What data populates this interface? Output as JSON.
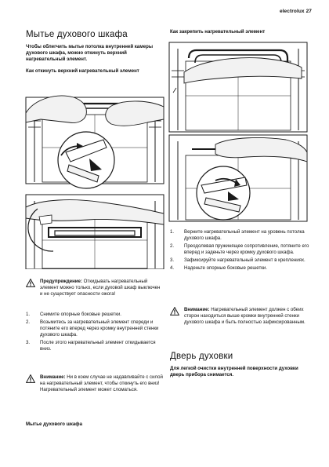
{
  "header": {
    "section": "electrolux",
    "page_number": "27"
  },
  "left": {
    "title": "Мытье духового шкафа",
    "intro": "Чтобы облегчить мытье потолка внутренней камеры духового шкафа, можно откинуть верхний нагревательный элемент.",
    "figure_caption": "Как откинуть верхний нагревательный элемент",
    "warning": {
      "label": "Предупреждение:",
      "text": " Откидывать нагревательный элемент можно только, если духовой шкаф выключен и не существует опасности ожога!"
    },
    "steps": [
      {
        "num": "1.",
        "text": "Снимите опорные боковые решетки."
      },
      {
        "num": "2.",
        "text": "Возьмитесь за нагревательный элемент спереди и потяните его вперед через кромку внутренней стенки духового шкафа."
      },
      {
        "num": "3.",
        "text": "После этого нагревательный элемент откидывается вниз."
      }
    ],
    "caution": {
      "label": "Внимание:",
      "text": " Ни в коем случае не надавливайте с силой на нагревательный элемент, чтобы откинуть его вниз! Нагревательный элемент может сломаться."
    },
    "footer_label": "Мытье духового шкафа"
  },
  "right": {
    "figure_caption": "Как закрепить нагревательный элемент",
    "steps": [
      {
        "num": "1.",
        "text": "Верните нагревательный элемент на уровень потолка духового шкафа."
      },
      {
        "num": "2.",
        "text": "Преодолевая пружинящее сопротивление, потяните его вперед и заденьте через кромку духового шкафа."
      },
      {
        "num": "3.",
        "text": "Зафиксируйте нагревательный элемент в креплениях."
      },
      {
        "num": "4.",
        "text": "Наденьте опорные боковые решетки."
      }
    ],
    "caution": {
      "label": "Внимание:",
      "text": " Нагревательный элемент должен с обеих сторон находиться выше кромки внутренней стенки духового шкафа и быть полностью зафиксированным."
    },
    "door_title": "Дверь духовки",
    "door_text": "Для легкой очистки внутренней поверхности духовки дверь прибора снимается."
  },
  "colors": {
    "text": "#111111",
    "line": "#1a1a1a",
    "light": "#f2f2f2"
  }
}
